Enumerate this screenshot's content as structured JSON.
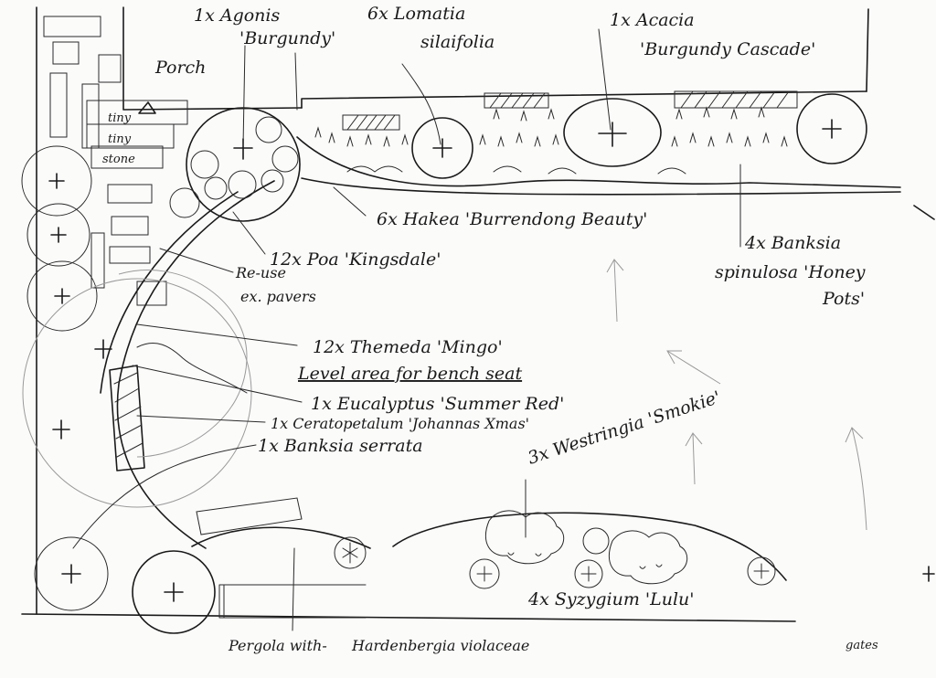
{
  "title": "",
  "site": {
    "porch": "Porch",
    "stone_tiny": "tiny",
    "stone_tiny2": "tiny",
    "stone_stone": "stone",
    "reuse_pavers_1": "Re-use",
    "reuse_pavers_2": "ex. pavers",
    "level_area": "Level area for bench seat",
    "pergola": "Pergola with-",
    "signature": "gates"
  },
  "plants": {
    "agonis_1": "1x Agonis",
    "agonis_2": "'Burgundy'",
    "lomatia_1": "6x Lomatia",
    "lomatia_2": "silaifolia",
    "acacia_1": "1x Acacia",
    "acacia_2": "'Burgundy Cascade'",
    "hakea": "6x Hakea 'Burrendong Beauty'",
    "banksia_spinulosa_1": "4x Banksia",
    "banksia_spinulosa_2": "spinulosa 'Honey",
    "banksia_spinulosa_3": "Pots'",
    "poa": "12x Poa 'Kingsdale'",
    "themeda": "12x Themeda 'Mingo'",
    "eucalyptus": "1x Eucalyptus 'Summer Red'",
    "ceratopetalum": "1x Ceratopetalum 'Johannas Xmas'",
    "banksia_serrata": "1x Banksia serrata",
    "westringia": "3x Westringia 'Smokie'",
    "syzygium": "4x Syzygium 'Lulu'",
    "hardenbergia": "Hardenbergia violaceae"
  }
}
